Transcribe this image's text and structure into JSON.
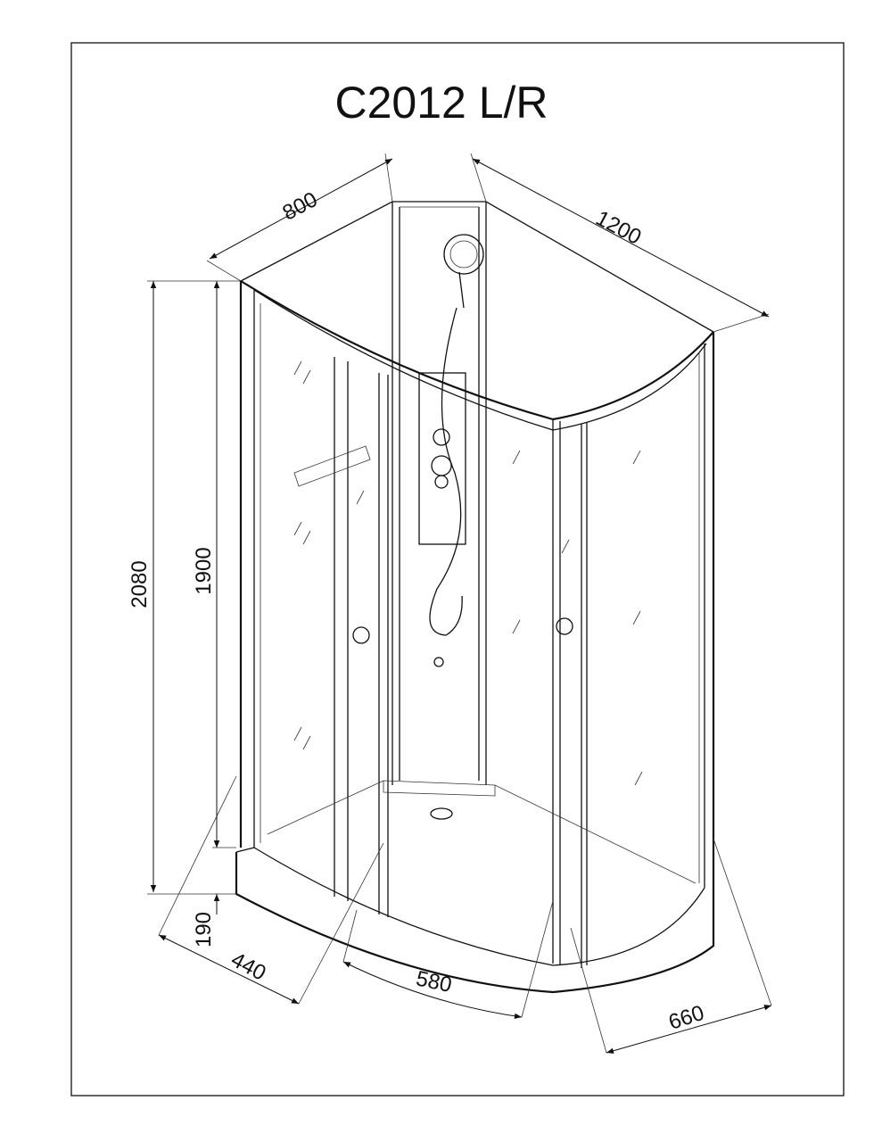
{
  "title": "C2012 L/R",
  "dimensions": {
    "depth": "800",
    "width": "1200",
    "total_height": "2080",
    "cabin_height": "1900",
    "tray_height": "190",
    "side_a": "440",
    "front_arc": "580",
    "side_b": "660"
  }
}
